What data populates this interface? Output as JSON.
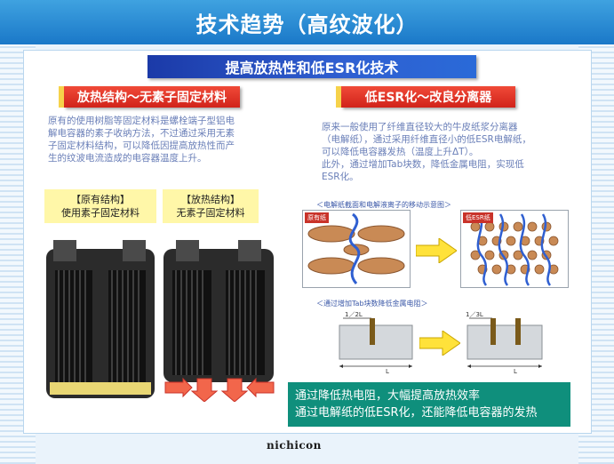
{
  "page": {
    "title": "技术趋势（高纹波化）",
    "main_banner": "提高放热性和低ESR化技术",
    "logo": "nichicon"
  },
  "left": {
    "banner": "放热结构～无素子固定材料",
    "paragraph": [
      "原有的使用树脂等固定材料是螺栓端子型铝电",
      "解电容器的素子收纳方法，不过通过采用无素",
      "子固定材料结构，可以降低因提高放热性而产",
      "生的纹波电流造成的电容器温度上升。"
    ],
    "label_original": [
      "【原有结构】",
      "使用素子固定材料"
    ],
    "label_new": [
      "【放热结构】",
      "无素子固定材料"
    ]
  },
  "right": {
    "banner": "低ESR化～改良分离器",
    "paragraph": [
      "原来一般使用了纤维直径较大的牛皮纸浆分离器",
      "（电解纸），通过采用纤维直径小的低ESR电解纸，",
      "可以降低电容器发热（温度上升ΔT）。",
      "此外，通过增加Tab块数，降低金属电阻，实现低",
      "ESR化。"
    ],
    "diagram1_title": "＜电解纸截面和电解液离子的移动示意图＞",
    "tag_original": "原有纸",
    "tag_new": "低ESR纸",
    "diagram2_title": "＜通过增加Tab块数降低金属电阻＞",
    "tab_left_label": "1／2L",
    "tab_right_label": "1／3L",
    "length_label": "L"
  },
  "summary": {
    "line1": "通过降低热电阻，大幅提高放热效率",
    "line2": "通过电解纸的低ESR化，还能降低电容器的发热"
  },
  "colors": {
    "title_bar": "#1a78c8",
    "banner_blue": "#1b3aa8",
    "banner_red": "#d1231a",
    "label_yellow": "#fff7a8",
    "summary_green": "#0f8f7c",
    "text_blue": "#6a7fb8"
  }
}
